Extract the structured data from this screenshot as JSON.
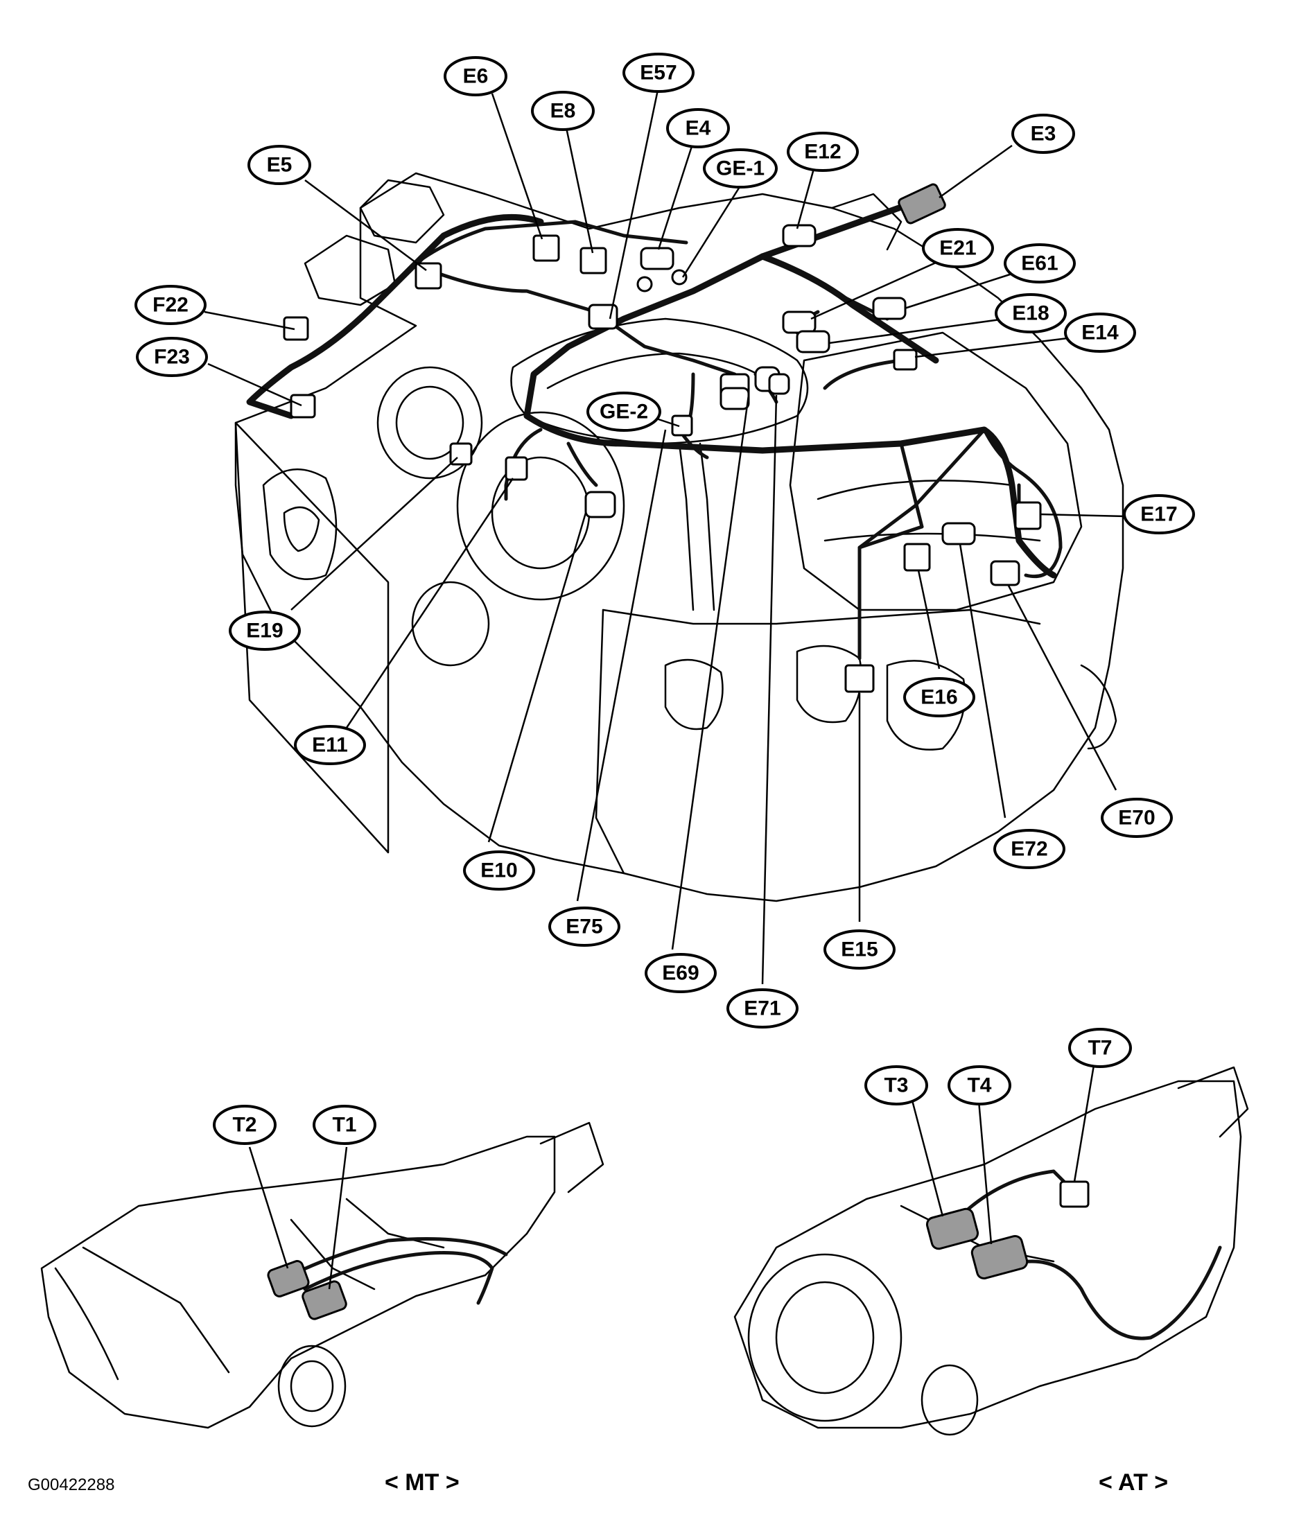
{
  "figure_code": "G00422288",
  "captions": {
    "mt": "< MT >",
    "at": "< AT >"
  },
  "connector_labels": {
    "E6": "E6",
    "E57": "E57",
    "E8": "E8",
    "E4": "E4",
    "GE1": "GE-1",
    "E12": "E12",
    "E3": "E3",
    "E5": "E5",
    "E21": "E21",
    "E61": "E61",
    "F22": "F22",
    "E18": "E18",
    "E14": "E14",
    "F23": "F23",
    "GE2": "GE-2",
    "E17": "E17",
    "E19": "E19",
    "E16": "E16",
    "E11": "E11",
    "E70": "E70",
    "E72": "E72",
    "E10": "E10",
    "E75": "E75",
    "E15": "E15",
    "E69": "E69",
    "E71": "E71",
    "T7": "T7",
    "T3": "T3",
    "T4": "T4",
    "T2": "T2",
    "T1": "T1"
  }
}
